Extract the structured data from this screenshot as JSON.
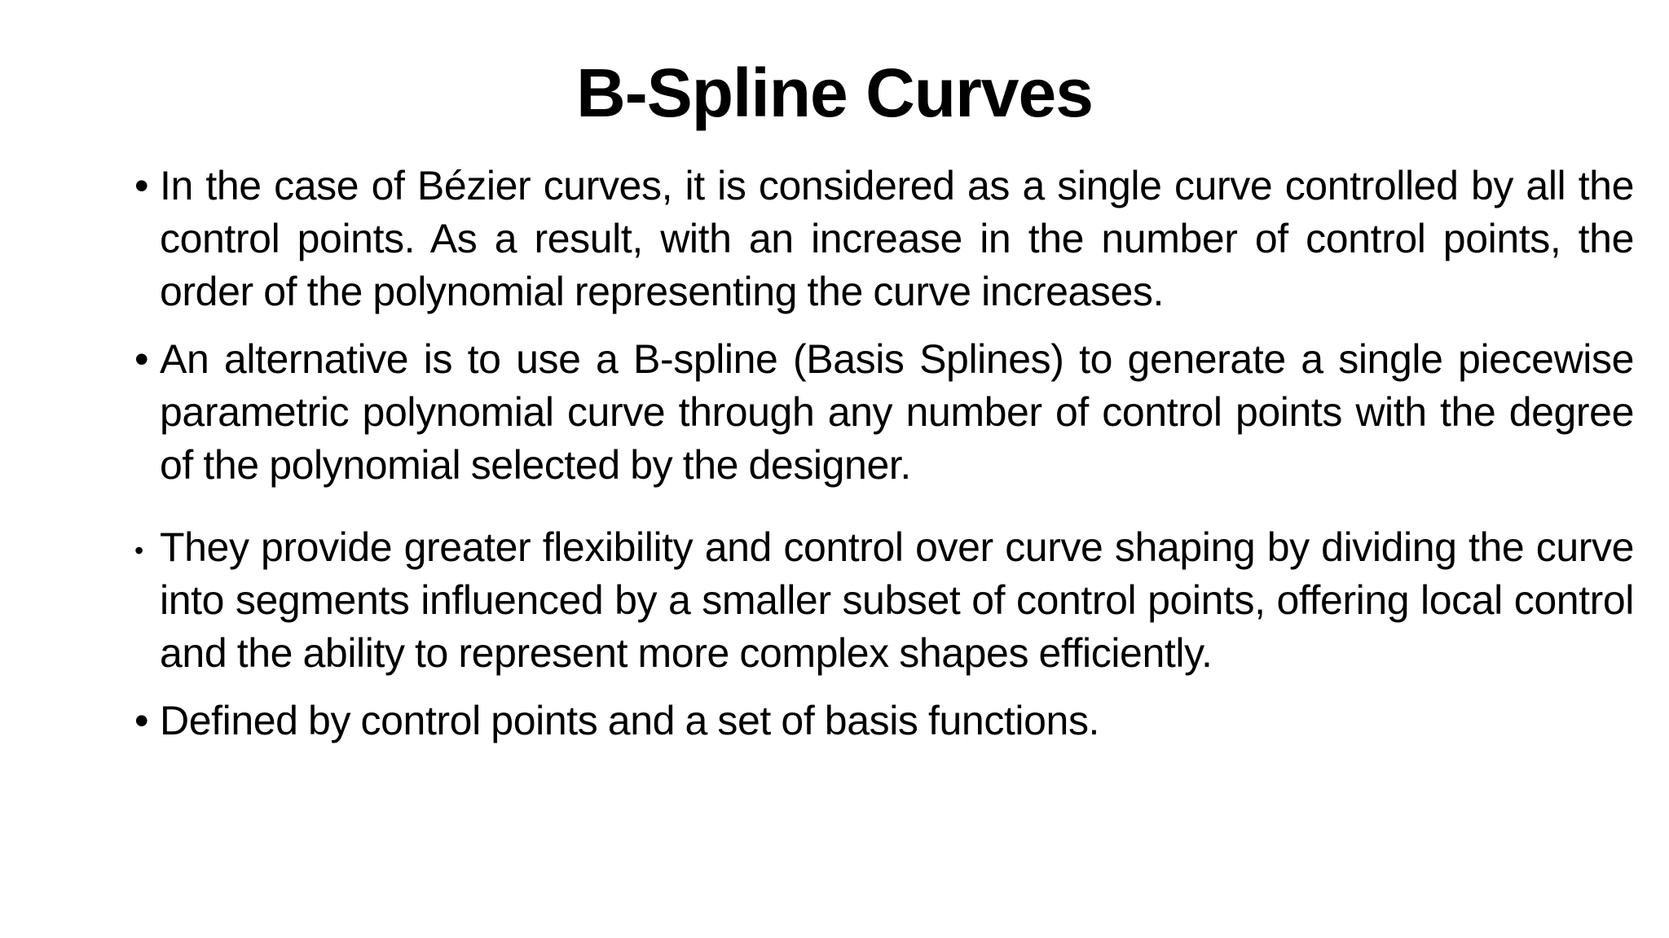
{
  "slide": {
    "title": "B-Spline Curves",
    "bullet_glyph": "•",
    "bullets": [
      "In the case of Bézier curves, it is considered as a single curve controlled by all the control points. As a result, with an increase in the number of control points, the order of the polynomial representing the curve increases.",
      "An alternative is to use a B-spline (Basis Splines) to generate a single piecewise parametric polynomial curve through any number of control points with the degree of the polynomial selected by the designer.",
      "They provide greater flexibility and control over curve shaping by dividing the curve into segments influenced by a smaller subset of control points, offering local control and the ability to represent more complex shapes efficiently.",
      "Defined by control points and a set of basis functions."
    ]
  }
}
